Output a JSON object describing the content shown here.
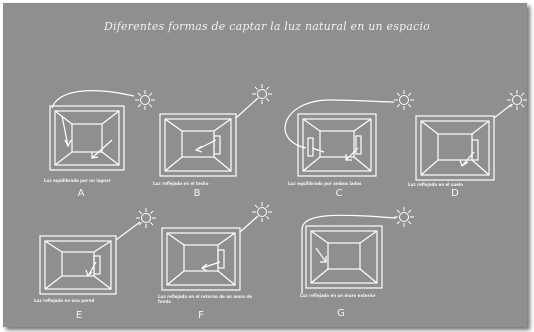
{
  "title": "Diferentes formas de captar la luz natural en un espacio",
  "colors": {
    "background": "#8f8f8f",
    "line": "#ffffff"
  },
  "diagrams": [
    {
      "letter": "A",
      "caption": "Luz equilibrada por un lagnar"
    },
    {
      "letter": "B",
      "caption": "Luz reflejada en el techo"
    },
    {
      "letter": "C",
      "caption": "Luz equilibrada por ambos lados"
    },
    {
      "letter": "D",
      "caption": "Luz reflejada en el suelo"
    },
    {
      "letter": "E",
      "caption": "Luz reflejada en una pared"
    },
    {
      "letter": "F",
      "caption": "Luz reflejada en el retorno de un muro de fondo"
    },
    {
      "letter": "G",
      "caption": "Luz reflejada en un muro exterior"
    }
  ]
}
